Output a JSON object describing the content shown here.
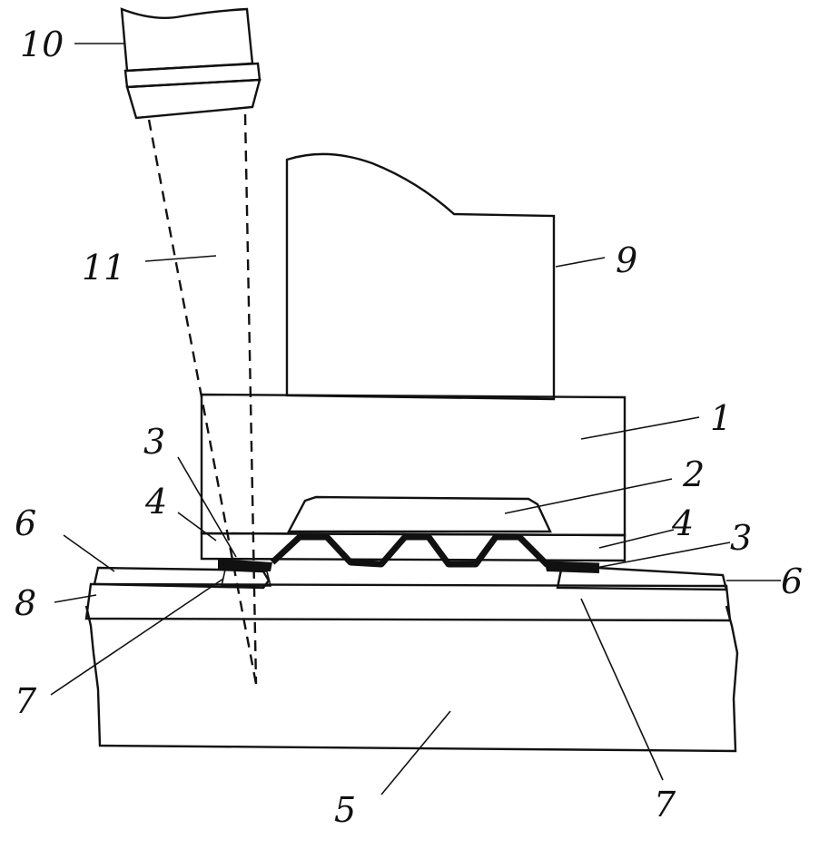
{
  "figure": {
    "labels": {
      "l1": "1",
      "l2": "2",
      "l3a": "3",
      "l3b": "3",
      "l4a": "4",
      "l4b": "4",
      "l5": "5",
      "l6a": "6",
      "l6b": "6",
      "l7a": "7",
      "l7b": "7",
      "l8": "8",
      "l9": "9",
      "l10": "10",
      "l11": "11"
    }
  }
}
